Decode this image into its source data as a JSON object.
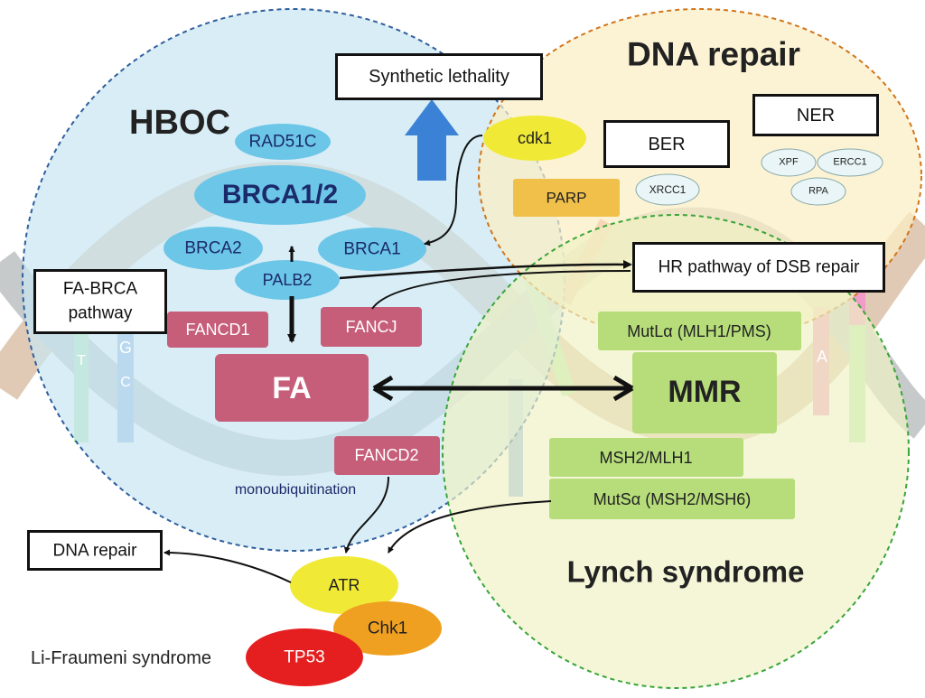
{
  "circles": {
    "hboc": "HBOC",
    "dna_repair": "DNA repair",
    "lynch": "Lynch syndrome",
    "li_fraumeni": "Li-Fraumeni syndrome"
  },
  "boxes": {
    "synthetic_lethality": "Synthetic lethality",
    "ber": "BER",
    "ner": "NER",
    "fa_brca_line1": "FA-BRCA",
    "fa_brca_line2": "pathway",
    "hr_pathway": "HR pathway of DSB repair",
    "dna_repair_out": "DNA repair"
  },
  "nodes": {
    "rad51c": "RAD51C",
    "brca12": "BRCA1/2",
    "brca2": "BRCA2",
    "brca1": "BRCA1",
    "palb2": "PALB2",
    "cdk1": "cdk1",
    "parp": "PARP",
    "xrcc1": "XRCC1",
    "xpf": "XPF",
    "ercc1": "ERCC1",
    "rpa": "RPA",
    "fancd1": "FANCD1",
    "fancj": "FANCJ",
    "fa": "FA",
    "fancd2": "FANCD2",
    "monoubiquitination": "monoubiquitination",
    "mutl": "MutLα (MLH1/PMS)",
    "mmr": "MMR",
    "msh2_mlh1": "MSH2/MLH1",
    "muts": "MutSα (MSH2/MSH6)",
    "atr": "ATR",
    "chk1": "Chk1",
    "tp53": "TP53"
  },
  "dna_letters": {
    "g": "G",
    "t": "T",
    "c": "C",
    "a": "A"
  },
  "colors": {
    "hboc_fill": "#c9e6f1",
    "hboc_border": "#2f5f9e",
    "dna_repair_fill": "#fbefc4",
    "dna_repair_border": "#d0761c",
    "lynch_fill": "#eff2c4",
    "lynch_border": "#3aa53a",
    "blue_ellipse": "#6cc6e8",
    "fanc_box": "#c65e7a",
    "green_box": "#b6dd7a",
    "yellow_ellipse": "#f0ea36",
    "orange_ellipse": "#f0a020",
    "red_ellipse": "#e51f1f",
    "arrow_blue": "#3b82d6",
    "parp_box": "#f0c04a"
  }
}
